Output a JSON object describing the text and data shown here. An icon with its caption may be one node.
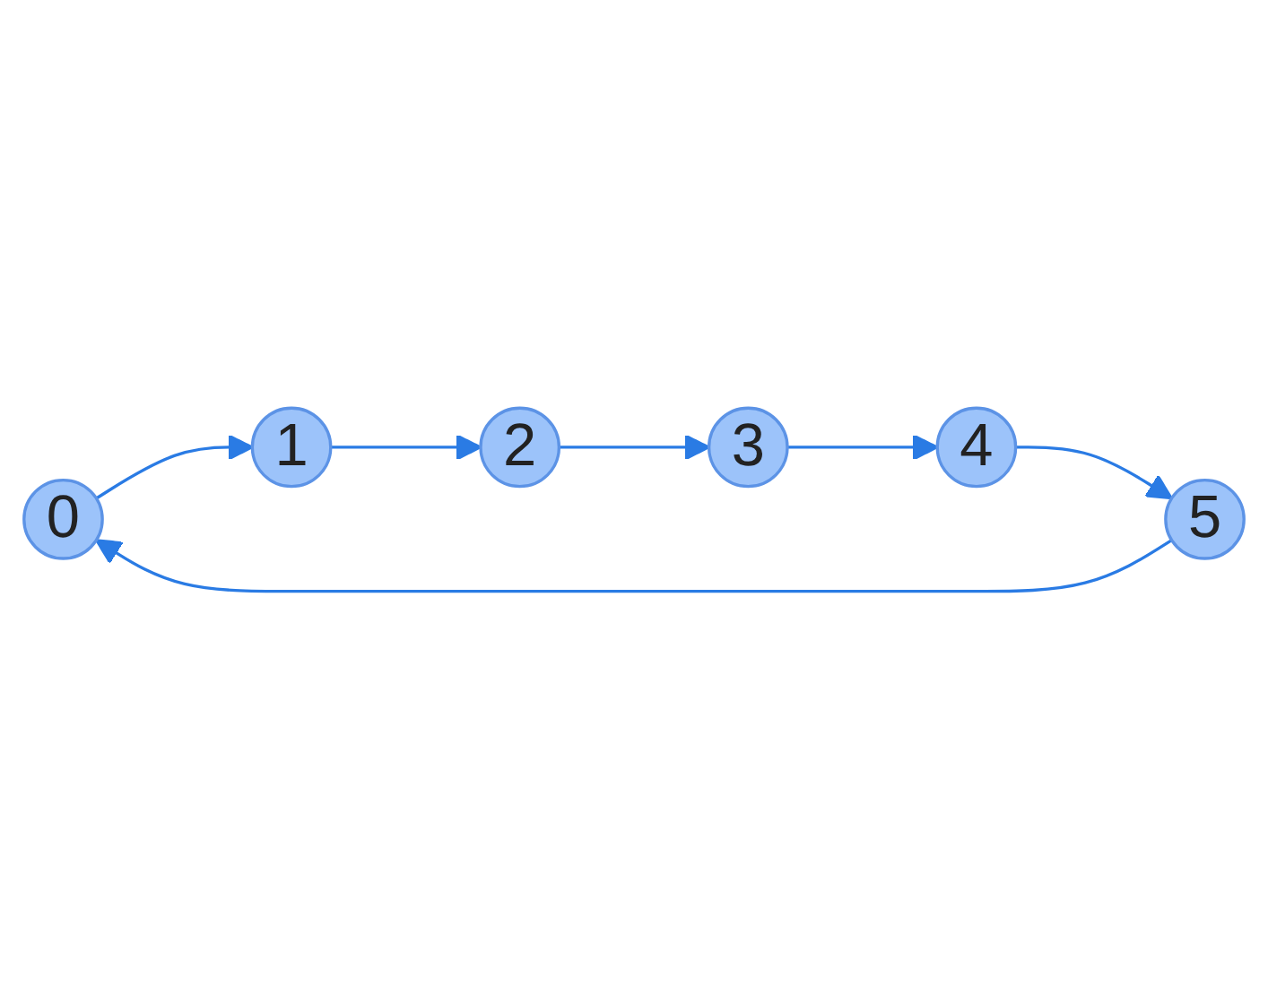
{
  "diagram": {
    "nodes": [
      {
        "text": [
          "0"
        ]
      },
      {
        "text": [
          "1"
        ]
      },
      {
        "text": [
          "2"
        ]
      },
      {
        "text": [
          "3"
        ]
      },
      {
        "text": [
          "4"
        ]
      },
      {
        "text": [
          "5"
        ]
      }
    ],
    "edges": [
      {
        "from": 0,
        "to": 1,
        "arrow": "to"
      },
      {
        "from": 1,
        "to": 2,
        "arrow": "to"
      },
      {
        "from": 2,
        "to": 3,
        "arrow": "to"
      },
      {
        "from": 3,
        "to": 4,
        "arrow": "to"
      },
      {
        "from": 4,
        "to": 5,
        "arrow": "to"
      },
      {
        "from": 5,
        "to": 0,
        "arrow": "to"
      }
    ]
  }
}
